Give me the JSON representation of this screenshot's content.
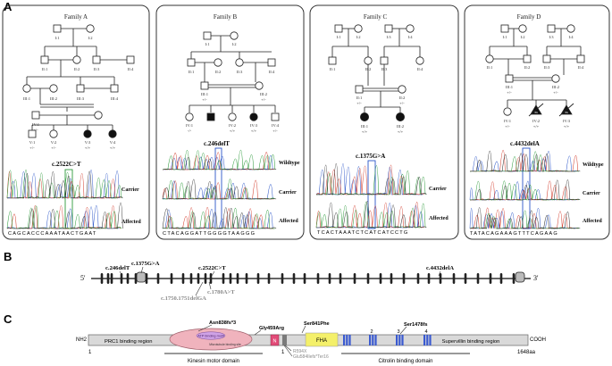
{
  "panel_a": {
    "letter": "A",
    "families": [
      {
        "title": "Family A",
        "generations": [
          "I:1",
          "I:2",
          "II:1",
          "II:2",
          "II:3",
          "II:4",
          "III:1",
          "III:2",
          "III:3",
          "III:4",
          "IV:1",
          "V:1",
          "V:2",
          "V:3",
          "V:4"
        ],
        "genotypes": {
          "iv1": "+/-",
          "v1": "+/-",
          "v2": "+/-",
          "v3": "+/+",
          "v4": "+/+"
        },
        "mutation": "c.2522C>T",
        "tracks": [
          "Carrier",
          "Affected"
        ],
        "sequence": "CAGCACCCAAATAACTGAAT"
      },
      {
        "title": "Family B",
        "generations": [
          "I:1",
          "I:2",
          "II:1",
          "II:2",
          "II:3",
          "II:4",
          "III:1",
          "III:2",
          "IV:1",
          "IV:2",
          "IV:3",
          "IV:4"
        ],
        "genotypes": {
          "iii1": "+/-",
          "iii2": "+/-",
          "iv1": "-/-",
          "iv2": "+/+",
          "iv3": "+/+",
          "iv4": "+/-"
        },
        "mutation": "c.246delT",
        "tracks": [
          "Wildtype",
          "Carrier",
          "Affected"
        ],
        "sequence": "CTACAGGATTGGGGTAAGGG"
      },
      {
        "title": "Family C",
        "generations": [
          "I:1",
          "I:2",
          "I:3",
          "I:4",
          "II:1",
          "II:2",
          "II:3",
          "II:4",
          "III:1",
          "III:2"
        ],
        "genotypes": {
          "ii1": "+/-",
          "ii2": "+/-",
          "iii1": "+/+",
          "iii2": "+/+"
        },
        "mutation": "c.1375G>A",
        "tracks": [
          "Carrier",
          "Affected"
        ],
        "sequence": "TCACTAAATCTCATCATCCTG"
      },
      {
        "title": "Family D",
        "generations": [
          "I:1",
          "I:2",
          "I:3",
          "I:4",
          "II:1",
          "II:2",
          "II:3",
          "II:4",
          "III:1",
          "III:2",
          "IV:1",
          "IV:2",
          "IV:3"
        ],
        "genotypes": {
          "iii1": "+/-",
          "iii2": "+/-",
          "iv1": "+/-",
          "iv2": "+/+",
          "iv3": "+/+"
        },
        "fetus_label": "m",
        "mutation": "c.4432delA",
        "tracks": [
          "Wildtype",
          "Carrier",
          "Affected"
        ],
        "sequence": "TATACAGAAAGTTTCAGAAG"
      }
    ]
  },
  "panel_b": {
    "letter": "B",
    "end5": "5'",
    "end3": "3'",
    "above": [
      "c.246delT",
      "c.1375G>A",
      "c.2522C>T",
      "c.4432delA"
    ],
    "below": [
      "c.1750.1751delGA",
      "c.1780A>T"
    ]
  },
  "panel_c": {
    "letter": "C",
    "nh2": "NH2",
    "cooh": "COOH",
    "start": "1",
    "end": "1648aa",
    "regions": [
      "PRC1 binding region",
      "Supervillin binding region",
      "FHA"
    ],
    "atp": "ATP binding motif",
    "microtubule": "Microtubule binding site",
    "n_box": "N",
    "lattice": [
      "1",
      "2",
      "3",
      "4"
    ],
    "variants_top": [
      "Asn838fs*3",
      "Gly459Arg",
      "Ser841Phe",
      "Ser1478fs"
    ],
    "variants_bottom": [
      "R594X",
      "Glu584Ilefs*Ter16"
    ],
    "domains": [
      "Kinesin motor domain",
      "Citrolin binding domain"
    ]
  },
  "colors": {
    "affected": "#111111",
    "chrom_blue": "#2b55c8",
    "chrom_red": "#d23a2a",
    "chrom_green": "#2c9a3a",
    "chrom_black": "#333333",
    "motor": "#f0b3bd",
    "fha": "#f4f06a",
    "lattice": "#3a5ad0",
    "n_box": "#e24b78",
    "bar": "#d9d9d9"
  }
}
